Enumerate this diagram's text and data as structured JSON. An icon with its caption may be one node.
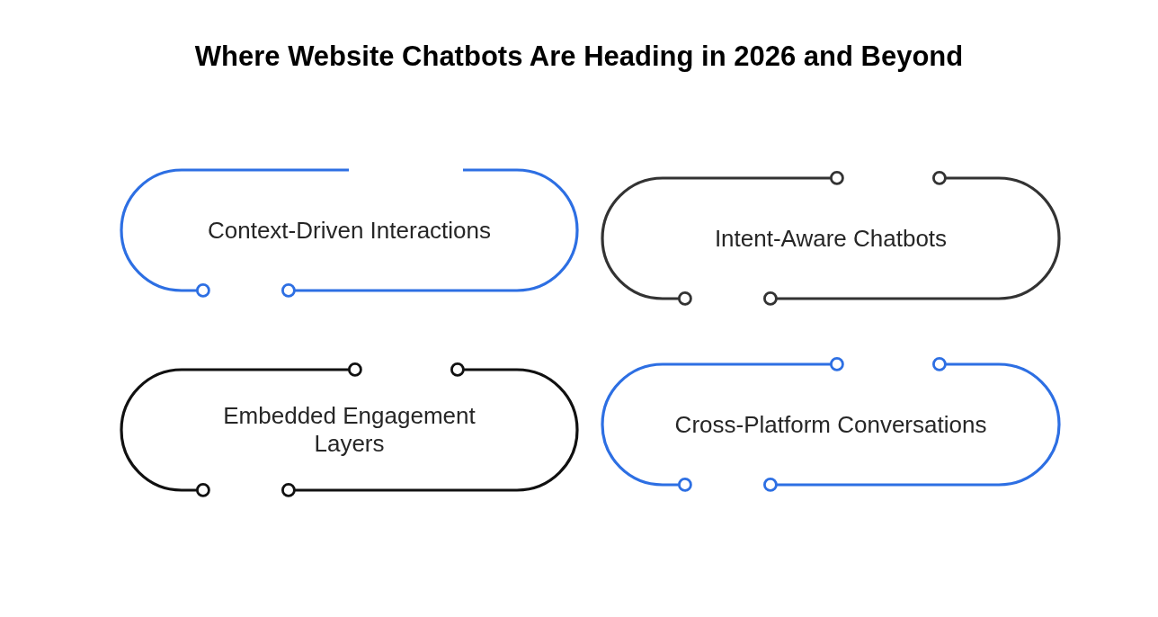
{
  "diagram": {
    "title": "Where Website Chatbots Are Heading in 2026 and Beyond",
    "nodes": [
      {
        "text": [
          "Context-Driven Interactions"
        ]
      },
      {
        "text": [
          "Intent-Aware Chatbots"
        ]
      },
      {
        "text": [
          "Embedded Engagement Layers"
        ]
      },
      {
        "text": [
          "Cross-Platform Conversations"
        ]
      }
    ]
  }
}
